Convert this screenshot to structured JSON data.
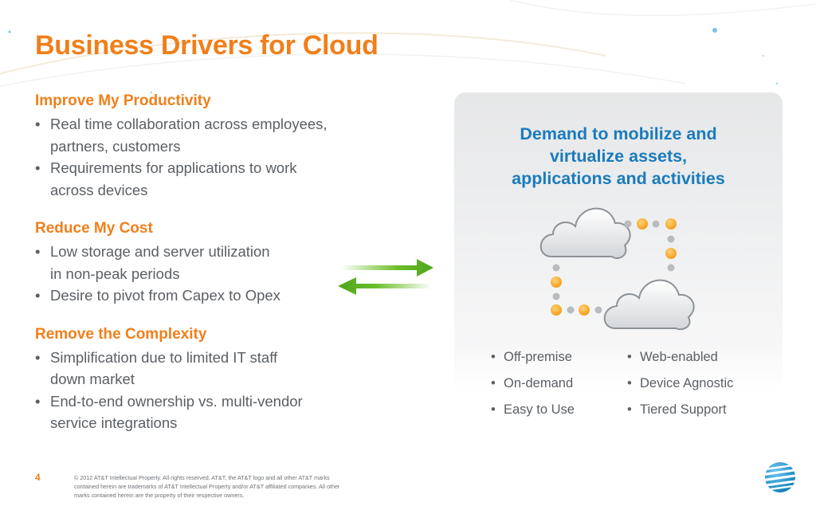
{
  "slide": {
    "title": "Business Drivers for Cloud",
    "page_number": "4",
    "copyright": "© 2012 AT&T Intellectual Property. All rights reserved. AT&T, the AT&T logo and all other AT&T marks contained herein are trademarks of AT&T Intellectual Property and/or AT&T affiliated companies. All other marks contained herein are the property of their respective owners."
  },
  "sections": [
    {
      "heading": "Improve My Productivity",
      "bullets": [
        [
          "Real time collaboration across employees,",
          "partners, customers"
        ],
        [
          "Requirements for applications to work",
          "across devices"
        ]
      ]
    },
    {
      "heading": "Reduce My Cost",
      "bullets": [
        [
          "Low storage and server utilization",
          "in non-peak periods"
        ],
        [
          "Desire to pivot from Capex to Opex"
        ]
      ]
    },
    {
      "heading": "Remove the Complexity",
      "bullets": [
        [
          "Simplification due to limited IT staff",
          "down market"
        ],
        [
          "End-to-end ownership vs. multi-vendor",
          "service integrations"
        ]
      ]
    }
  ],
  "panel": {
    "heading_lines": [
      "Demand to mobilize and",
      "virtualize assets,",
      "applications and activities"
    ],
    "features_left": [
      "Off-premise",
      "On-demand",
      "Easy to Use"
    ],
    "features_right": [
      "Web-enabled",
      "Device Agnostic",
      "Tiered Support"
    ]
  },
  "bullet_glyph": "•",
  "icons": {
    "clouds": "cloud-icon",
    "arrows": "bidirectional-arrow-icon",
    "logo": "att-globe-logo"
  },
  "colors": {
    "accent_orange": "#f07f1a",
    "accent_blue": "#1a7bbd",
    "arrow_green": "#6cbf2a",
    "dot_orange": "#f5a623",
    "dot_gray": "#b9bcbf"
  }
}
